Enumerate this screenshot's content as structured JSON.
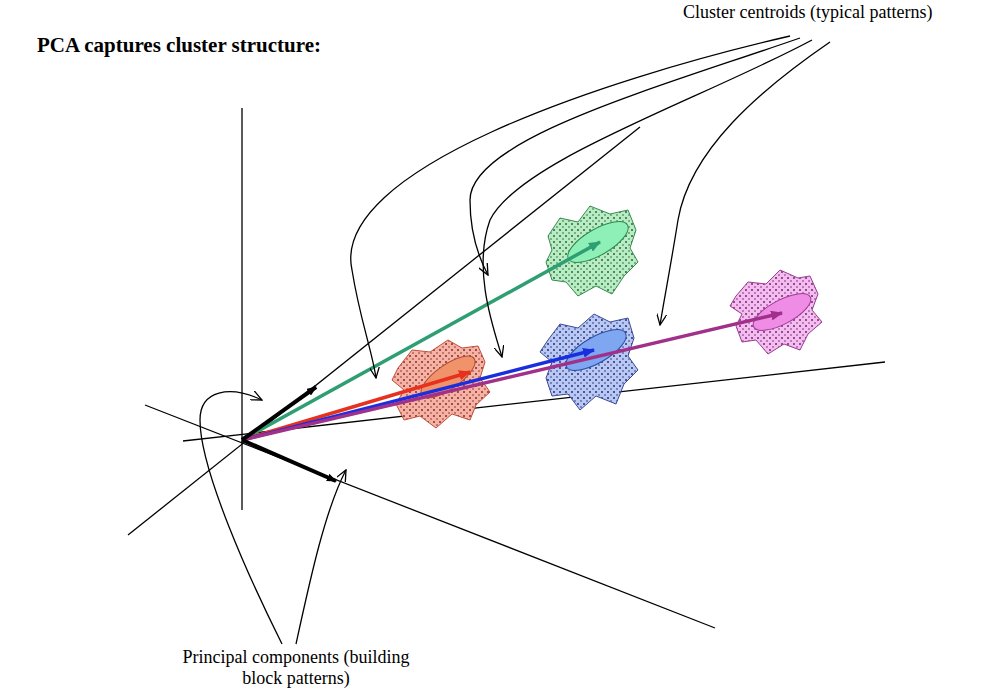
{
  "diagram": {
    "title": "PCA captures cluster structure:",
    "labels": [
      "Cluster centroids (typical patterns)",
      "Principal components (building block patterns)"
    ]
  }
}
